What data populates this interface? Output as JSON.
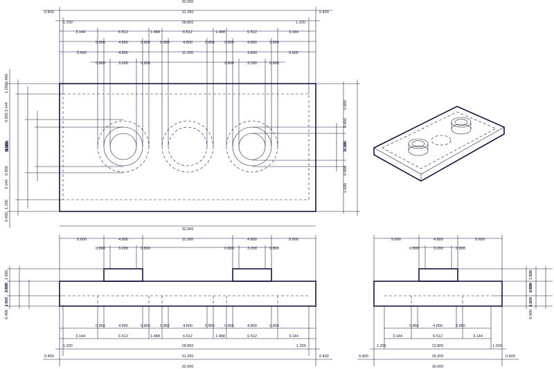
{
  "top_view": {
    "overall": [
      "32.000",
      "31.200",
      "28.800"
    ],
    "edge": [
      "0.400",
      "1.200"
    ],
    "row1": [
      "3.144",
      "6.512",
      "1.488",
      "6.512",
      "1.488",
      "6.512",
      "3.144"
    ],
    "row2": [
      "0.856",
      "4.800",
      "0.856",
      "0.856",
      "4.800",
      "0.856",
      "0.856",
      "4.800",
      "0.856"
    ],
    "row3": [
      "5.600",
      "4.800",
      "11.200",
      "4.800",
      "5.600"
    ],
    "row4": [
      "0.800",
      "3.200",
      "0.800",
      "0.800",
      "3.200",
      "0.800"
    ],
    "left": [
      "0.400",
      "1.200",
      "3.144",
      "0.856",
      "6.512",
      "4.800",
      "0.856",
      "3.144",
      "1.200",
      "0.400"
    ],
    "left_total": [
      "16.000",
      "15.200",
      "12.800"
    ],
    "right": [
      "5.600",
      "0.800",
      "3.200",
      "0.800",
      "5.600",
      "16.000"
    ],
    "bottom": "32.000"
  },
  "front_view": {
    "top1": [
      "5.600",
      "4.800",
      "11.200",
      "4.800",
      "5.600"
    ],
    "top2": [
      "0.800",
      "3.200",
      "0.800",
      "0.800",
      "3.200",
      "0.800"
    ],
    "left": [
      "4.800",
      "1.600",
      "3.200",
      "2.800",
      "1.600",
      "0.400"
    ],
    "bot1": [
      "0.856",
      "4.800",
      "0.856",
      "0.856",
      "4.800",
      "0.856",
      "0.856",
      "4.800",
      "0.856"
    ],
    "bot2": [
      "3.144",
      "6.512",
      "1.488",
      "6.512",
      "1.488",
      "6.512",
      "3.144"
    ],
    "overall": [
      "28.800",
      "31.200",
      "32.000"
    ],
    "edge": [
      "1.200",
      "0.400"
    ]
  },
  "side_view": {
    "top1": [
      "5.600",
      "4.800",
      "5.600"
    ],
    "top2": [
      "0.800",
      "3.200",
      "0.800"
    ],
    "right": [
      "1.600",
      "1.600",
      "2.800",
      "3.200",
      "4.800",
      "1.600",
      "0.400"
    ],
    "bot1": [
      "0.856",
      "4.800",
      "0.856"
    ],
    "bot2": [
      "3.144",
      "6.512",
      "3.144"
    ],
    "overall": [
      "12.800",
      "15.200",
      "16.000"
    ],
    "edge": [
      "1.200",
      "0.400"
    ]
  }
}
